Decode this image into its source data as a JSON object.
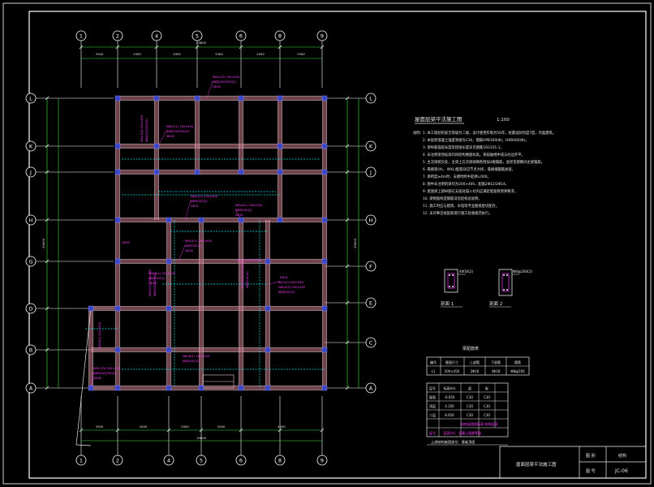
{
  "drawing": {
    "title": "屋面层梁平法施工图",
    "scale": "1:100",
    "notes_heading": "说明:",
    "notes": [
      "1. 本工程结构安全等级为二级，设计使用年限为50年，抗震设防烈度7度，丙类建筑。",
      "2. 本层梁混凝土强度等级为C30，钢筋HPB300(Φ)，HRB400(Φ)。",
      "3. 梁纵筋锚固长度及搭接长度详见图集16G101-1。",
      "4. 未注明梁顶标高均同结构楼面标高，梁居轴线中或与柱边齐平。",
      "5. 主次梁相交处，主梁上在次梁两侧各附加3根箍筋，直径及肢数同主梁箍筋。",
      "6. 悬挑梁(XL、WXL)配筋详见节点大样，悬挑端箍筋加密。",
      "7. 梁跨度≥4m时，支模时跨中起拱L/400。",
      "8. 图中未注明的梁均为200×400，配筋2Φ12/2Φ14。",
      "9. 屋面梁上部纵筋在支座处锚入柱内应满足屋面框架梁要求。",
      "10. 梁侧面构造钢筋详见结构总说明。",
      "11. 施工时应与建筑、水电等专业图纸密切配合。",
      "12. 未尽事宜按国家现行施工验收规范执行。"
    ],
    "sections": [
      {
        "label": "剖面 1",
        "rebar": "4Φ16(2)"
      },
      {
        "label": "剖面 2",
        "rebar": "Φ8@200(2)"
      }
    ],
    "table1": {
      "title": "梁配筋表",
      "rows": [
        [
          "编号",
          "截面尺寸",
          "上部筋",
          "下部筋",
          "箍筋"
        ],
        [
          "L1",
          "200×450",
          "2Φ16",
          "3Φ18",
          "Φ8@200"
        ]
      ]
    },
    "table2": {
      "rows": [
        [
          "层号",
          "标高(m)",
          "梁",
          "板"
        ],
        [
          "屋面",
          "-0.050",
          "C30",
          "C30"
        ],
        [
          "顶层",
          "4.350",
          "C30",
          "C30"
        ],
        [
          "二层",
          "8.650",
          "C30",
          "C30"
        ],
        [
          "",
          "",
          "",
          ""
        ],
        [
          "层号",
          "层高(m)",
          "混凝土强度等级",
          ""
        ]
      ],
      "note": "结构层楼面标高  结构层高",
      "footer": "上部结构嵌固部位：基础顶面"
    },
    "title_block": {
      "drawing_name": "屋面层梁平法施工图",
      "design_label": "图 别",
      "design_value": "结构",
      "number_label": "图 号",
      "number_value": "JC-06"
    },
    "axes": {
      "top": [
        "1",
        "2",
        "4",
        "5",
        "6",
        "8",
        "9"
      ],
      "bottom": [
        "1",
        "2",
        "4",
        "5",
        "6",
        "8",
        "9"
      ],
      "left": [
        "L",
        "K",
        "J",
        "H",
        "G",
        "D",
        "B",
        "A"
      ],
      "right": [
        "L",
        "K",
        "J",
        "H",
        "F",
        "E",
        "C",
        "A"
      ]
    },
    "dimensions": {
      "top_spans": [
        "3300",
        "2500",
        "2000",
        "3300",
        "2500",
        "3300"
      ],
      "bottom_spans": [
        "3300",
        "4500",
        "2000",
        "2000",
        "4500"
      ],
      "bottom_total": "19800",
      "top_total": "19800",
      "left_total": "25600",
      "right_total": "25600"
    },
    "beam_labels": [
      "WKL1(2) 200×400",
      "Φ8@100/200(2)",
      "2Φ16",
      "WKL2(1) 200×450",
      "Φ8@100/200(2)",
      "3Φ18",
      "WKL3(1) 200×400",
      "Φ8@100(2)",
      "2Φ14",
      "WKL4(1) 200×400",
      "Φ8@100(2)",
      "2Φ14",
      "WKL5(1) 200×400",
      "Φ8@100(2)",
      "2Φ16",
      "WKL6(1) 200×400",
      "Φ8@100(2)",
      "2Φ16",
      "WKL7(3) 200×450",
      "Φ8@100/200(2)",
      "3Φ16",
      "WKL8(1) 200×400",
      "Φ8@100(2)",
      "2Φ14",
      "WL1(1) 200×400",
      "WL2(1) 200×400",
      "WKL9(2) 200×400",
      "Φ8@100(2)",
      "2Φ16"
    ],
    "colors": {
      "background": "#000000",
      "line": "#ffffff",
      "beam_fill": "#c87d8c",
      "column": "#3a46c8",
      "label": "#ff3cff",
      "dim": "#3ce63c",
      "dashed": "#00e6e6"
    }
  }
}
